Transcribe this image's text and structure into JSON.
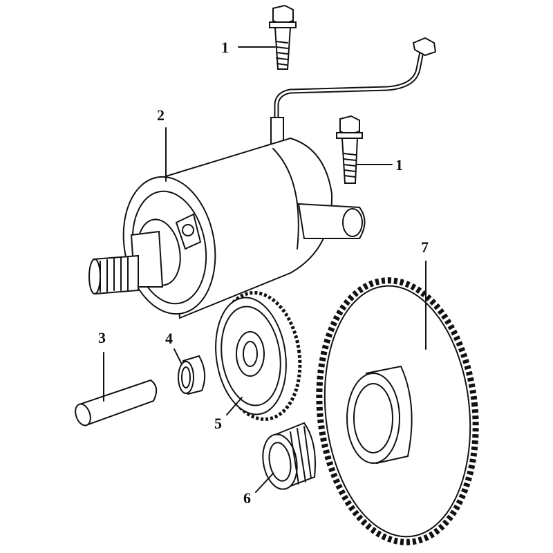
{
  "diagram": {
    "type": "exploded parts diagram",
    "callouts": [
      {
        "id": "callout-1-top",
        "number": "1"
      },
      {
        "id": "callout-2",
        "number": "2"
      },
      {
        "id": "callout-1-right",
        "number": "1"
      },
      {
        "id": "callout-3",
        "number": "3"
      },
      {
        "id": "callout-4",
        "number": "4"
      },
      {
        "id": "callout-5",
        "number": "5"
      },
      {
        "id": "callout-6",
        "number": "6"
      },
      {
        "id": "callout-7",
        "number": "7"
      }
    ]
  },
  "colors": {
    "line": "#111111",
    "background": "#ffffff"
  }
}
